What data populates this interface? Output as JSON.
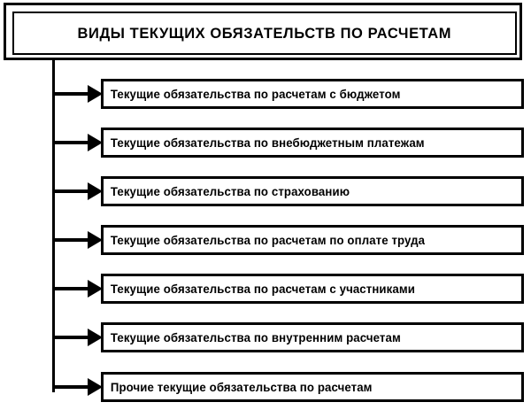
{
  "diagram": {
    "title": "ВИДЫ ТЕКУЩИХ ОБЯЗАТЕЛЬСТВ ПО РАСЧЕТАМ",
    "type": "hierarchy-tree",
    "connector_style": "vertical trunk with right-pointing solid arrowheads",
    "colors": {
      "background": "#ffffff",
      "line": "#000000",
      "text": "#000000"
    },
    "items": [
      {
        "label": "Текущие обязательства по расчетам с бюджетом"
      },
      {
        "label": "Текущие обязательства по внебюджетным платежам"
      },
      {
        "label": "Текущие обязательства по страхованию"
      },
      {
        "label": "Текущие обязательства по расчетам по оплате труда"
      },
      {
        "label": "Текущие обязательства по расчетам с участниками"
      },
      {
        "label": "Текущие обязательства по внутренним расчетам"
      },
      {
        "label": "Прочие текущие обязательства по расчетам"
      }
    ]
  }
}
